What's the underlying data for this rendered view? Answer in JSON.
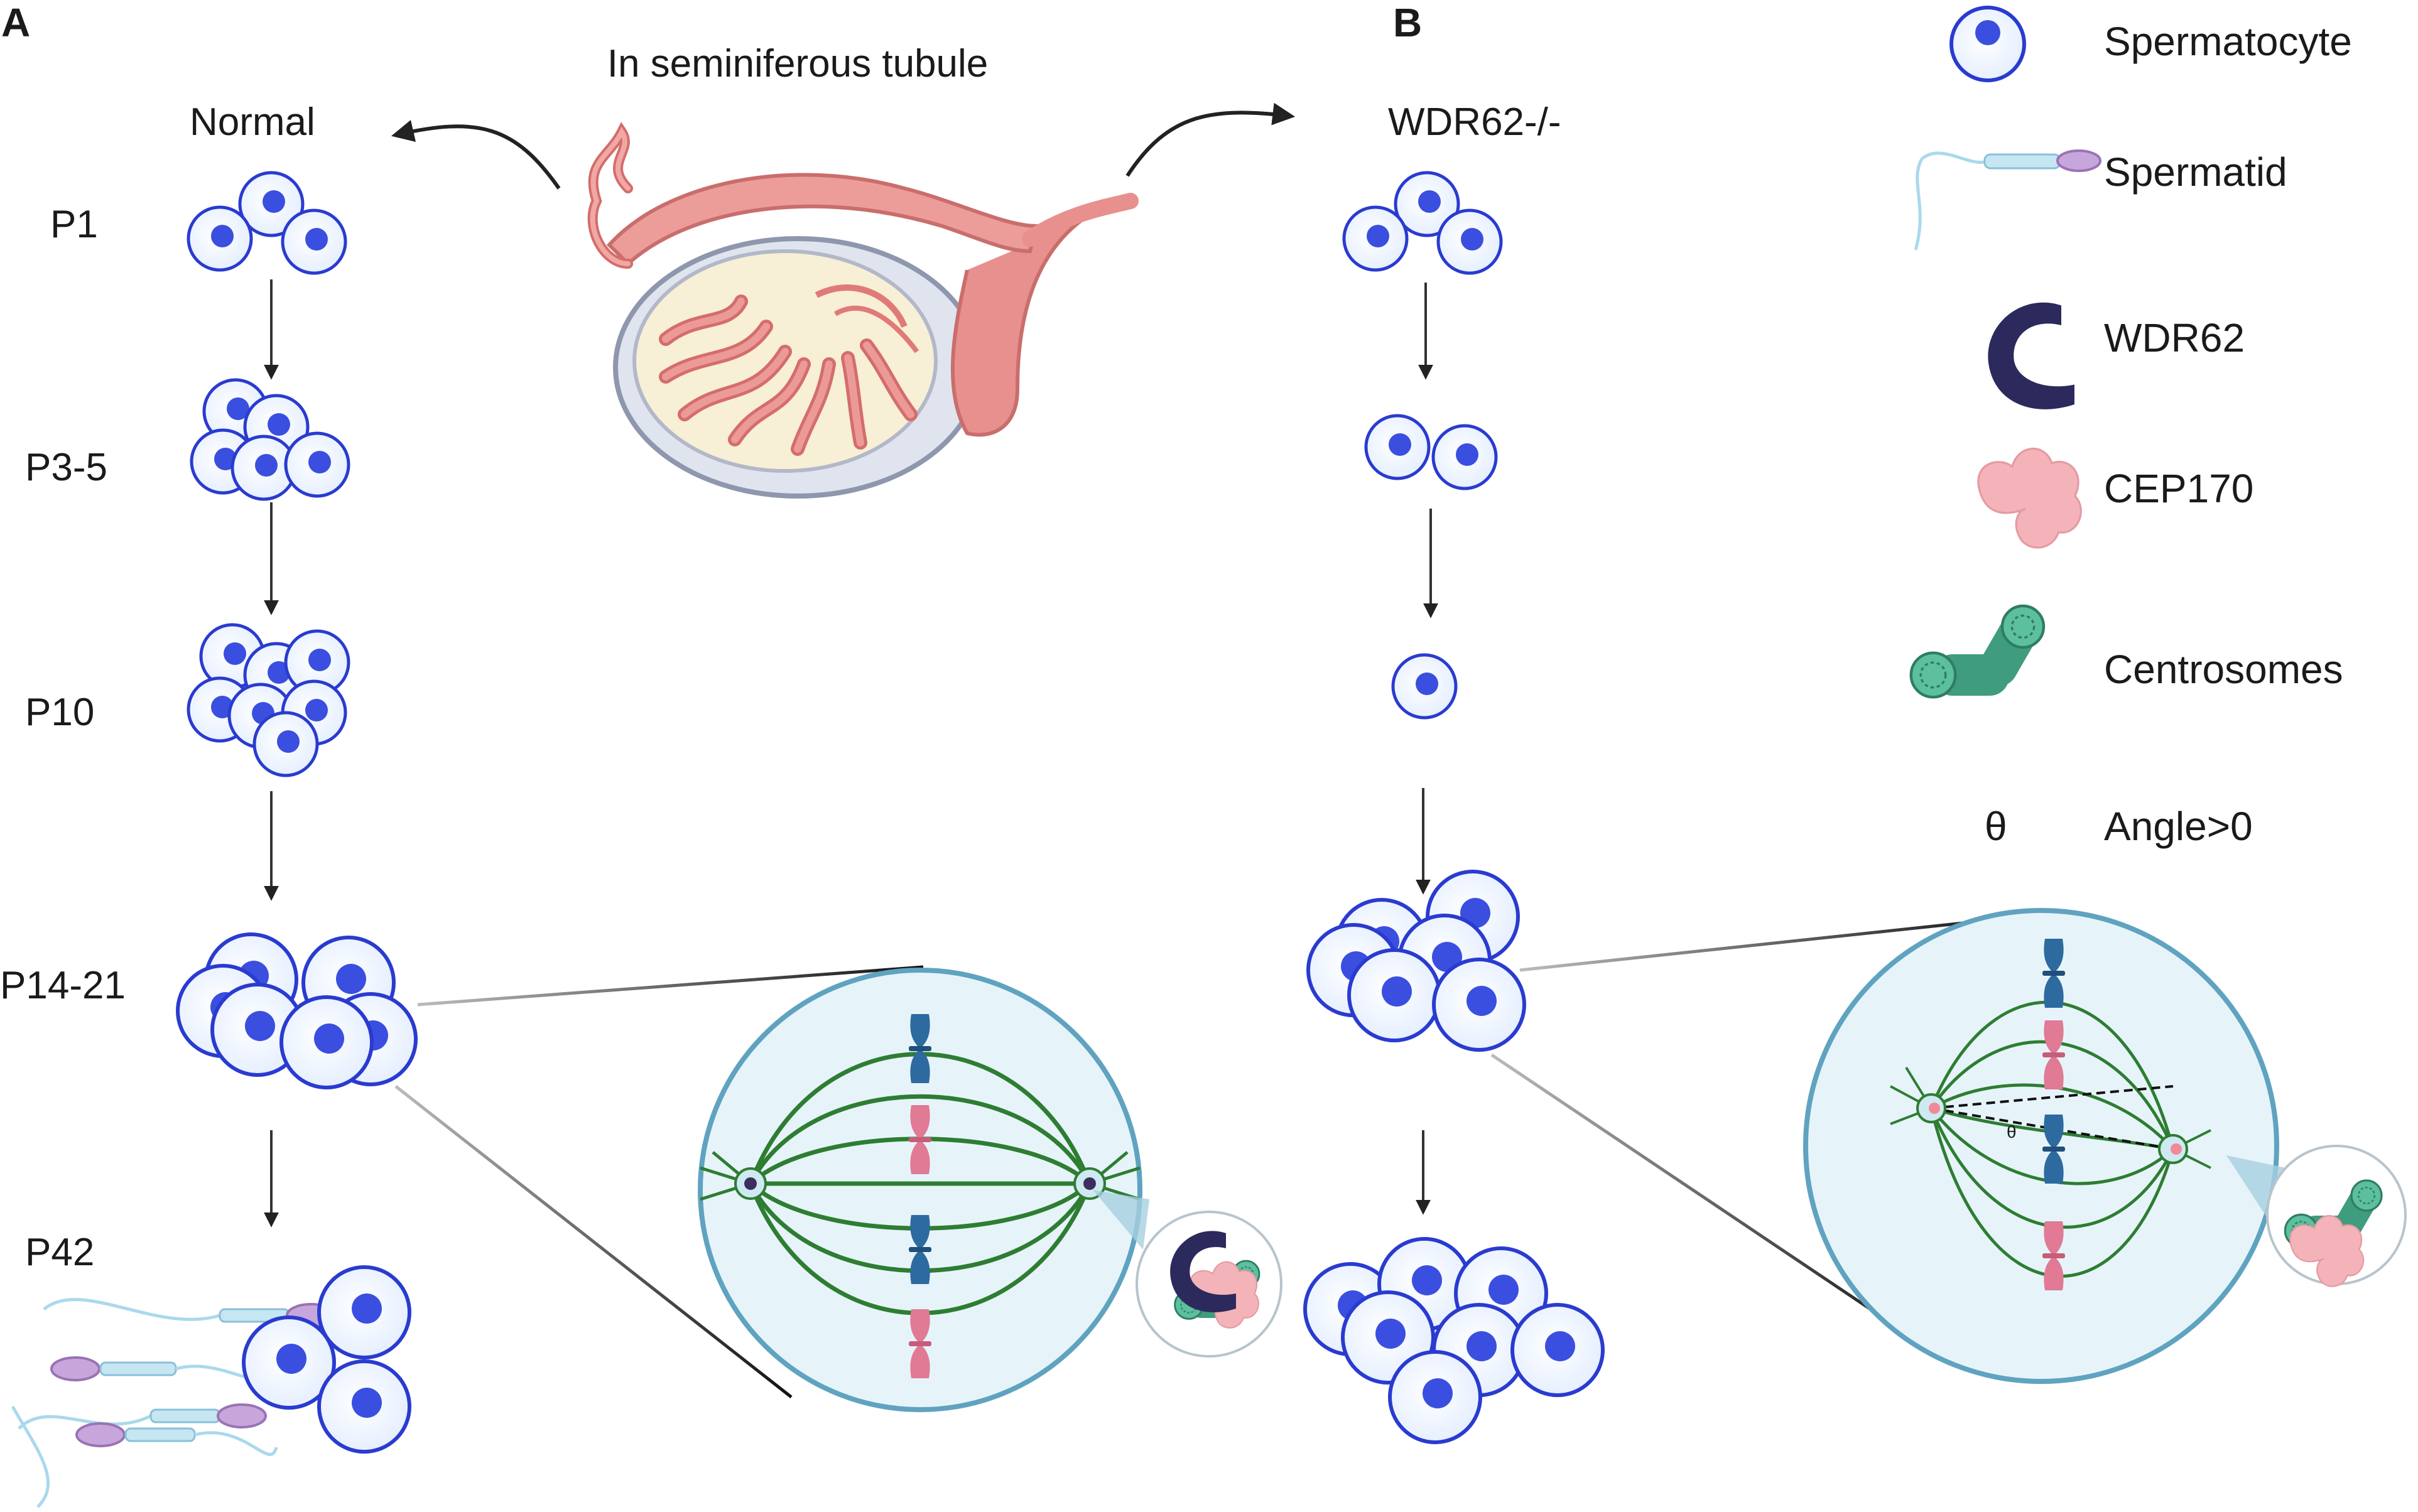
{
  "panels": {
    "a": {
      "letter": "A",
      "condition": "Normal",
      "stages": [
        "P1",
        "P3-5",
        "P10",
        "P14-21",
        "P42"
      ]
    },
    "b": {
      "letter": "B",
      "condition": "WDR62-/-"
    }
  },
  "location_label": "In seminiferous tubule",
  "theta_symbol": "θ",
  "legend": [
    {
      "symbol": "spermatocyte-icon",
      "label": "Spermatocyte"
    },
    {
      "symbol": "spermatid-icon",
      "label": "Spermatid"
    },
    {
      "symbol": "wdr62-icon",
      "label": "WDR62"
    },
    {
      "symbol": "cep170-icon",
      "label": "CEP170"
    },
    {
      "symbol": "centrosome-icon",
      "label": "Centrosomes"
    },
    {
      "symbol": "θ",
      "label": "Angle>0"
    }
  ],
  "colors": {
    "cell_outline": "#2a3bd0",
    "cell_fill": "#eef4ff",
    "nucleus": "#3a4fe0",
    "spindle": "#2e7d32",
    "chromosome_blue": "#2d6aa0",
    "chromosome_pink": "#e07a95",
    "zoom_fill": "#e6f4fa",
    "zoom_outline": "#5fa3c0",
    "wdr62": "#2c2a5c",
    "cep170": "#f4b3b8",
    "centrosome": "#4aa98a",
    "tubule": "#e8908e"
  }
}
